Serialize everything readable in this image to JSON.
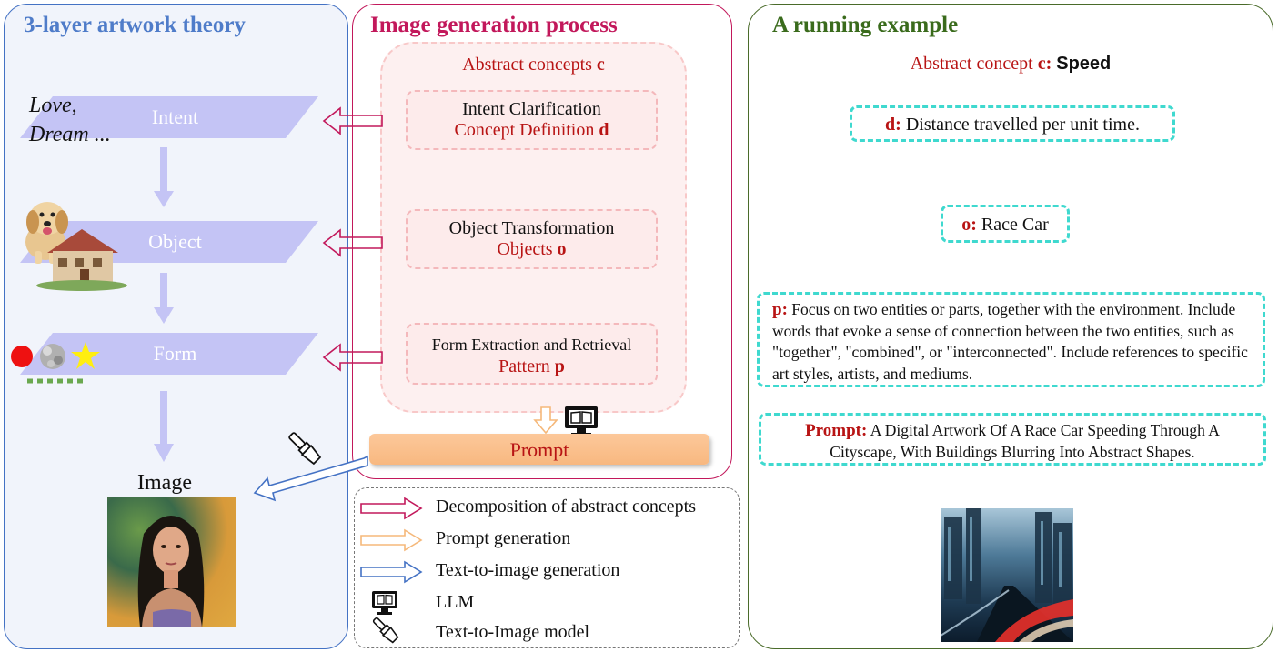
{
  "left_panel": {
    "title": "3-layer artwork theory",
    "love_dream_text": [
      "Love,",
      "Dream ..."
    ],
    "layers": [
      "Intent",
      "Object",
      "Form"
    ],
    "image_label": "Image"
  },
  "middle_panel": {
    "title": "Image generation process",
    "abstract_concepts": "Abstract concepts",
    "abstract_var": "c",
    "steps": [
      {
        "title": "Intent Clarification",
        "sub": "Concept Definition",
        "var": "d"
      },
      {
        "title": "Object Transformation",
        "sub": "Objects",
        "var": "o"
      },
      {
        "title": "Form Extraction and Retrieval",
        "sub": "Pattern",
        "var": "p"
      }
    ],
    "prompt_label": "Prompt"
  },
  "legend": [
    {
      "icon": "pink-hollow-arrow-icon",
      "text": "Decomposition of abstract concepts"
    },
    {
      "icon": "orange-hollow-arrow-icon",
      "text": "Prompt generation"
    },
    {
      "icon": "blue-hollow-arrow-icon",
      "text": "Text-to-image generation"
    },
    {
      "icon": "monitor-book-icon",
      "text": "LLM"
    },
    {
      "icon": "paintbrush-icon",
      "text": "Text-to-Image model"
    }
  ],
  "right_panel": {
    "title": "A running example",
    "concept_prefix": "Abstract concept",
    "concept_var": "c:",
    "concept_value": "Speed",
    "d_key": "d:",
    "d_text": "Distance travelled per unit time.",
    "o_key": "o:",
    "o_text": "Race Car",
    "p_key": "p:",
    "p_text": "Focus on two entities or parts, together with the environment. Include words that evoke a sense of connection between the two entities, such as \"together\", \"combined\", or \"interconnected\". Include references to specific art styles, artists, and mediums.",
    "prompt_key": "Prompt:",
    "prompt_text": "A Digital Artwork Of A Race Car Speeding Through A Cityscape, With Buildings Blurring Into Abstract Shapes."
  },
  "colors": {
    "left_border": "#4472c4",
    "left_title": "#4f7cc9",
    "middle_border": "#c2185b",
    "middle_title": "#c2185b",
    "right_border": "#4a6b2a",
    "right_title": "#3a6b1c",
    "accent_red": "#b81414",
    "teal_dash": "#3fd9cf",
    "layer_fill": "#c4c4f5"
  }
}
